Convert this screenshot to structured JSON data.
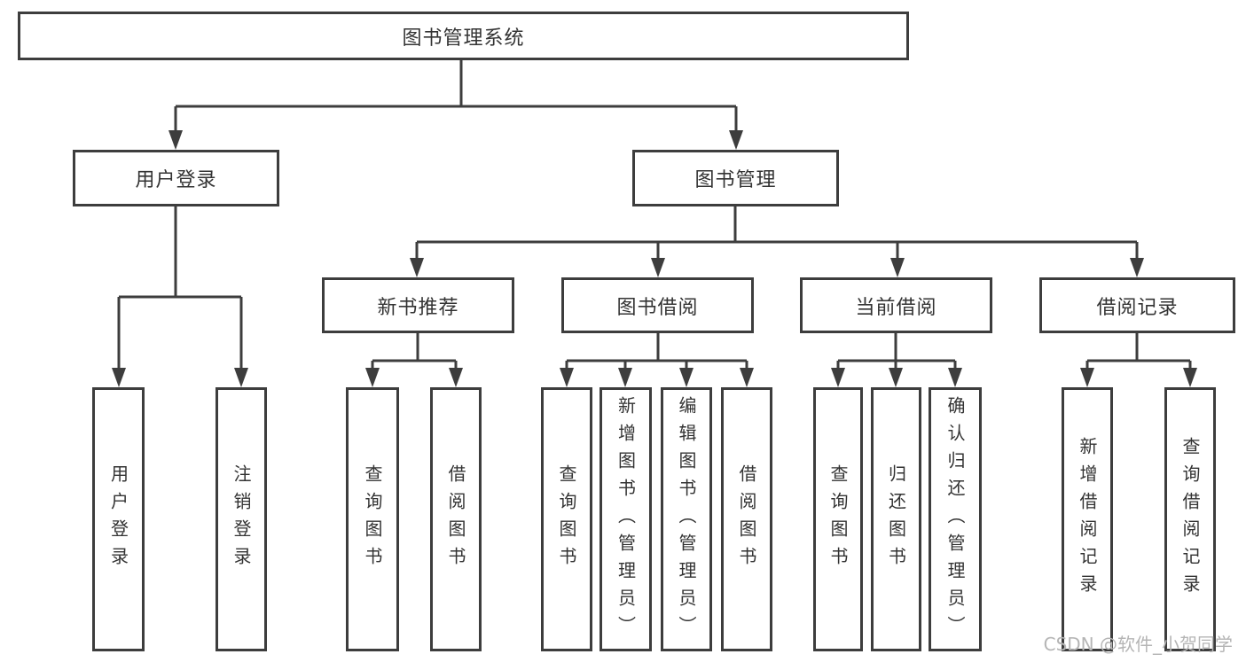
{
  "colors": {
    "line": "#3d3d3d",
    "text": "#333333",
    "watermark-color": "#b5b5b5",
    "background": "#ffffff"
  },
  "watermark": "CSDN @软件_小贺同学",
  "tree": {
    "root": "图书管理系统",
    "children": [
      {
        "label": "用户登录",
        "children": [
          "用户登录",
          "注销登录"
        ]
      },
      {
        "label": "图书管理",
        "children": [
          {
            "label": "新书推荐",
            "children": [
              "查询图书",
              "借阅图书"
            ]
          },
          {
            "label": "图书借阅",
            "children": [
              "查询图书",
              "新增图书（管理员）",
              "编辑图书（管理员）",
              "借阅图书"
            ]
          },
          {
            "label": "当前借阅",
            "children": [
              "查询图书",
              "归还图书",
              "确认归还（管理员）"
            ]
          },
          {
            "label": "借阅记录",
            "children": [
              "新增借阅记录",
              "查询借阅记录"
            ]
          }
        ]
      }
    ]
  }
}
